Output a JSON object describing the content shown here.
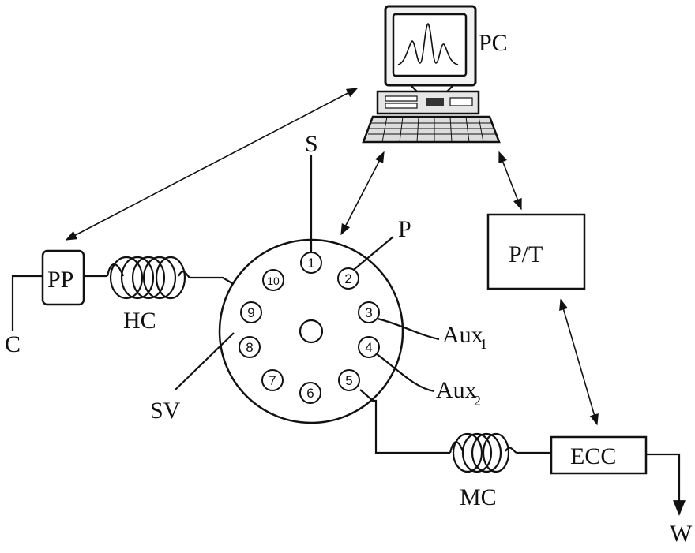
{
  "labels": {
    "pc": "PC",
    "sample": "S",
    "pump_port": "P",
    "peristaltic_pump": "PP",
    "carrier": "C",
    "holding_coil": "HC",
    "selection_valve": "SV",
    "aux1_base": "Aux",
    "aux1_sub": "1",
    "aux2_base": "Aux",
    "aux2_sub": "2",
    "potentiostat": "P/T",
    "electrochemical_cell": "ECC",
    "mixing_coil": "MC",
    "waste": "W"
  },
  "valve_ports": [
    "1",
    "2",
    "3",
    "4",
    "5",
    "6",
    "7",
    "8",
    "9",
    "10"
  ],
  "colors": {
    "line": "#111111",
    "background": "#ffffff"
  }
}
